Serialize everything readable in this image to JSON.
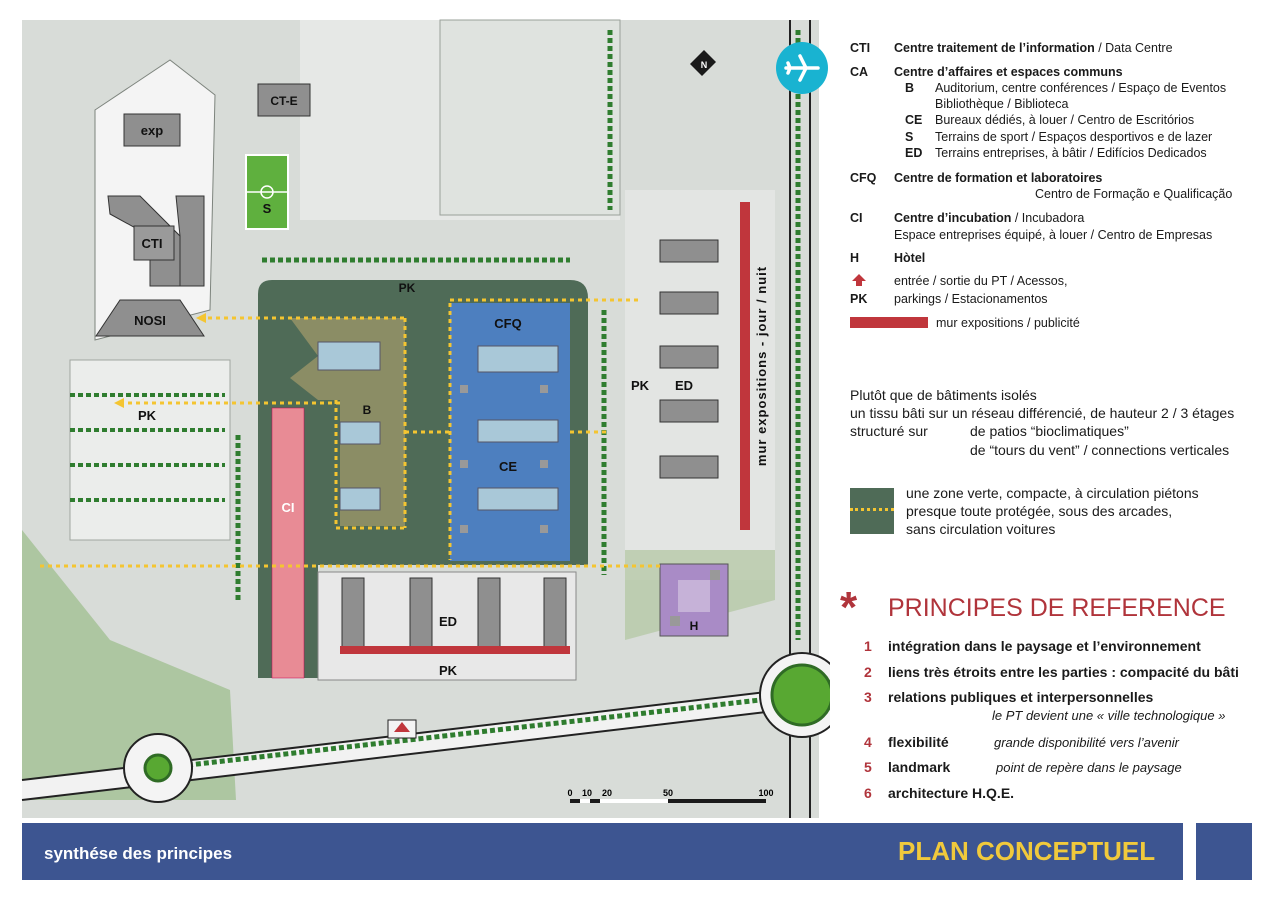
{
  "map": {
    "labels": {
      "exp": "exp",
      "ct_e": "CT-E",
      "s": "S",
      "cti": "CTI",
      "nosi": "NOSI",
      "pk_top": "PK",
      "pk_left": "PK",
      "pk_right": "PK",
      "pk_bottom": "PK",
      "cfq": "CFQ",
      "b": "B",
      "ce": "CE",
      "ci": "CI",
      "ed_right": "ED",
      "ed_bottom": "ED",
      "h": "H",
      "north": "N",
      "wall_text": "mur expositions - jour / nuit"
    },
    "scale": {
      "ticks": [
        "0",
        "10",
        "20",
        "50",
        "100"
      ]
    }
  },
  "legend": {
    "cti": {
      "abbr": "CTI",
      "title": "Centre traitement de l’information",
      "sub": " / Data Centre"
    },
    "ca": {
      "abbr": "CA",
      "title": "Centre d’affaires et espaces communs",
      "items": [
        {
          "abbr": "B",
          "text": "Auditorium, centre conférences / Espaço de Eventos"
        },
        {
          "abbr": "",
          "text": "Bibliothèque / Biblioteca"
        },
        {
          "abbr": "CE",
          "text": "Bureaux dédiés, à louer / Centro de Escritórios"
        },
        {
          "abbr": "S",
          "text": "Terrains de sport / Espaços desportivos e de lazer"
        },
        {
          "abbr": "ED",
          "text": "Terrains entreprises, à bâtir / Edifícios Dedicados"
        }
      ]
    },
    "cfq": {
      "abbr": "CFQ",
      "title": "Centre de formation et laboratoires",
      "sub": "Centro de Formação e Qualificação"
    },
    "ci": {
      "abbr": "CI",
      "title": "Centre d’incubation",
      "sub1": " / Incubadora",
      "sub2": "Espace entreprises équipé, à louer / Centro de Empresas"
    },
    "h": {
      "abbr": "H",
      "title": "Hòtel"
    },
    "access": "entrée / sortie du PT / Acessos,",
    "pk": {
      "abbr": "PK",
      "text": "parkings / Estacionamentos"
    },
    "wall": "mur expositions / publicité"
  },
  "paragraph": {
    "line1": "Plutôt que de bâtiments isolés",
    "line2": "un tissu bâti sur un réseau différencié, de hauteur 2 / 3 étages",
    "line3a": "structuré sur",
    "line3b": "de patios “bioclimatiques”",
    "line4": "de “tours du vent” / connections verticales"
  },
  "green_zone": {
    "line1": "une zone verte, compacte, à circulation piétons",
    "line2": "presque toute protégée, sous des arcades,",
    "line3": "sans circulation voitures"
  },
  "principles": {
    "title": "PRINCIPES DE REFERENCE",
    "items": [
      {
        "num": "1",
        "text": "intégration dans le paysage et l’environnement",
        "note": ""
      },
      {
        "num": "2",
        "text": "liens très étroits entre les parties : compacité du bâti",
        "note": ""
      },
      {
        "num": "3",
        "text": "relations publiques et interpersonnelles",
        "note": "le PT devient une « ville technologique »"
      },
      {
        "num": "4",
        "text": "flexibilité",
        "note": "grande disponibilité vers l’avenir"
      },
      {
        "num": "5",
        "text": "landmark",
        "note": "point de repère dans le paysage"
      },
      {
        "num": "6",
        "text": "architecture H.Q.E.",
        "note": ""
      }
    ]
  },
  "footer": {
    "left": "synthése des principes",
    "right": "PLAN CONCEPTUEL"
  },
  "colors": {
    "accent_red": "#b0343b",
    "green_zone": "#4f6b57",
    "footer_blue": "#3d5591",
    "footer_title": "#f0c93c",
    "airport": "#19b3d1"
  }
}
